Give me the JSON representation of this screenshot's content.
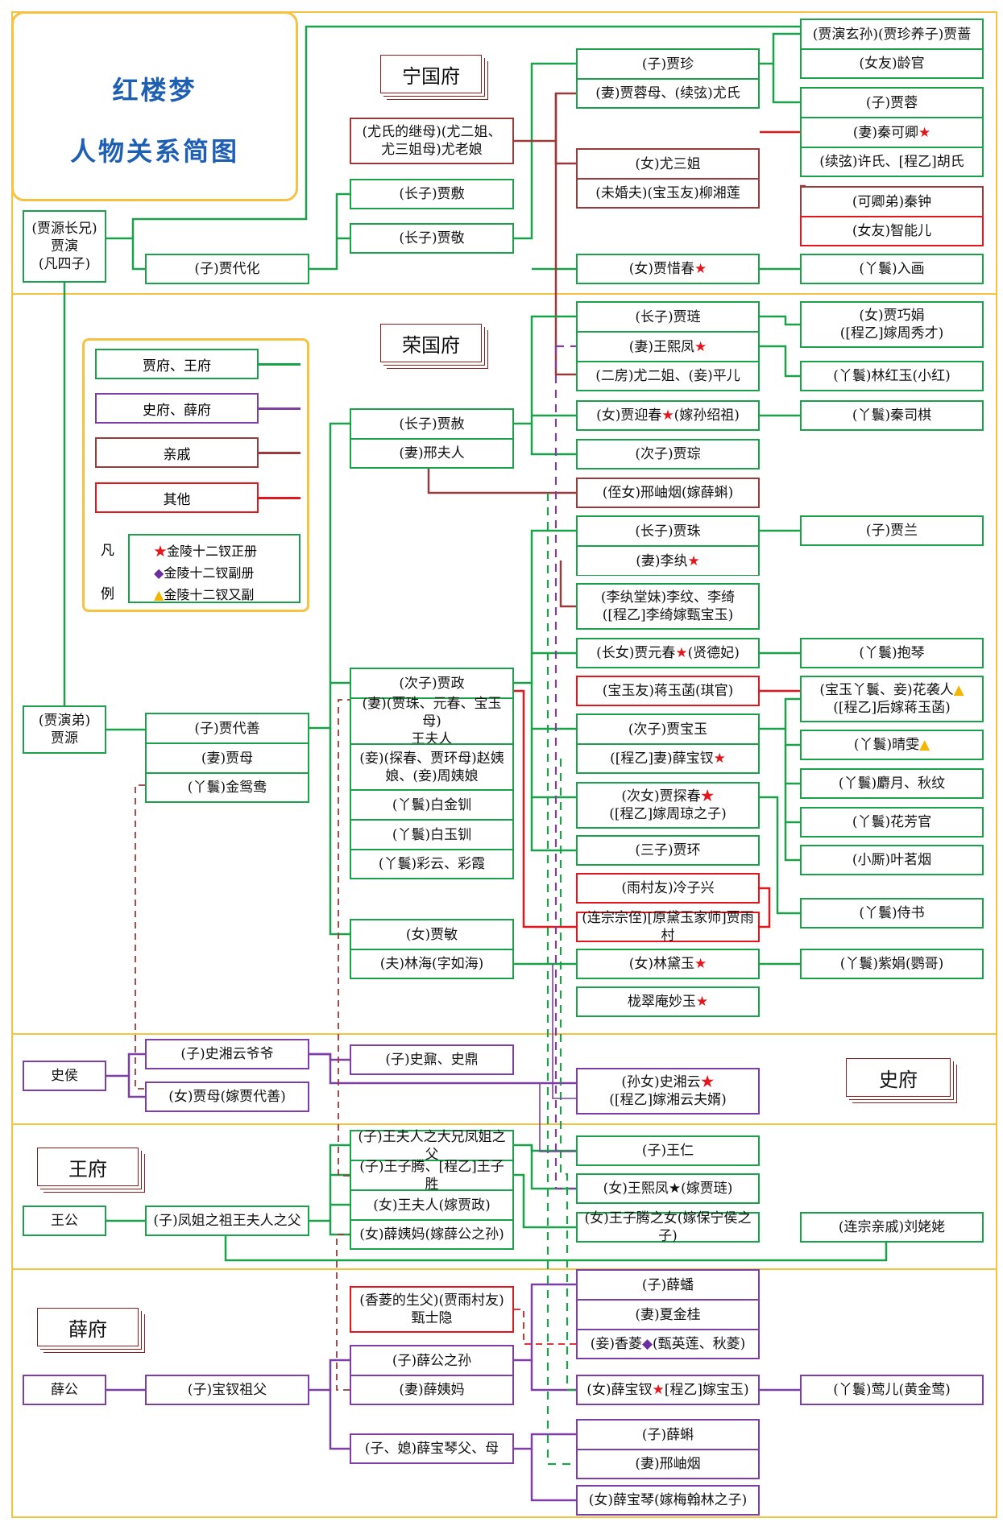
{
  "title": {
    "line1": "红楼梦",
    "line2": "人物关系简图"
  },
  "sections": {
    "ningguo": "宁国府",
    "rongguo": "荣国府",
    "shi": "史府",
    "wang": "王府",
    "xue": "薛府"
  },
  "legend": {
    "items": [
      {
        "label": "贾府、王府",
        "color": "#1aa24b"
      },
      {
        "label": "史府、薛府",
        "color": "#7d3fa3"
      },
      {
        "label": "亲戚",
        "color": "#9b3a3a"
      },
      {
        "label": "其他",
        "color": "#e3161b"
      }
    ],
    "fan": "凡",
    "li": "例",
    "marks": [
      {
        "symbol": "★",
        "label": "金陵十二钗正册",
        "kind": "star"
      },
      {
        "symbol": "◆",
        "label": "金陵十二钗副册",
        "kind": "dia"
      },
      {
        "symbol": "▲",
        "label": "金陵十二钗又副",
        "kind": "tri"
      }
    ]
  },
  "nodes": {
    "jia_yan": "(贾源长兄)\n贾演\n(凡四子)",
    "jia_daihua": "(子)贾代化",
    "jia_fu": "(长子)贾敷",
    "jia_jing": "(长子)贾敬",
    "you_laoniang": "(尤氏的继母)(尤二姐、\n尤三姐母)尤老娘",
    "jia_zhen": "(子)贾珍",
    "you_shi": "(妻)贾蓉母、(续弦)尤氏",
    "you_sanjie": "(女)尤三姐",
    "liu_xianglian": "(未婚夫)(宝玉友)柳湘莲",
    "jia_xichun": "(女)贾惜春",
    "jia_qiang": "(贾演玄孙)(贾珍养子)贾蔷",
    "ling_guan": "(女友)龄官",
    "jia_rong": "(子)贾蓉",
    "qin_keqing": "(妻)秦可卿",
    "xu_shi": "(续弦)许氏、[程乙]胡氏",
    "qin_zhong": "(可卿弟)秦钟",
    "zhineng_er": "(女友)智能儿",
    "ru_hua": "(丫鬟)入画",
    "jia_lian": "(长子)贾琏",
    "wang_xifeng_r": "(妻)王熙凤",
    "you_erjie": "(二房)尤二姐、(妾)平儿",
    "jia_qiaojie": "(女)贾巧娟\n([程乙]嫁周秀才)",
    "lin_hongyu": "(丫鬟)林红玉(小红)",
    "jia_yingchun": "(女)贾迎春",
    "yingchun_note": "(嫁孙绍祖)",
    "siqi": "(丫鬟)秦司棋",
    "jia_zong": "(次子)贾琮",
    "xing_xiuyan_r": "(侄女)邢岫烟(嫁薛蝌)",
    "jia_she": "(长子)贾赦",
    "xing_furen": "(妻)邢夫人",
    "jia_zhu": "(长子)贾珠",
    "li_wan": "(妻)李纨",
    "li_wen": "(李纨堂妹)李纹、李绮\n([程乙]李绮嫁甄宝玉)",
    "jia_lan": "(子)贾兰",
    "jia_yuanchun": "(长女)贾元春",
    "yuanchun_note": "(贤德妃)",
    "bao_qin_maid": "(丫鬟)抱琴",
    "jiang_yuhan": "(宝玉友)蒋玉菡(琪官)",
    "hua_xiren": "(宝玉丫鬟、妾)花袭人",
    "xiren_note": "([程乙]后嫁蒋玉菡)",
    "jia_baoyu": "(次子)贾宝玉",
    "baochai_wife": "([程乙]妻)薛宝钗",
    "qingwen": "(丫鬟)晴雯",
    "sheyue": "(丫鬟)麝月、秋纹",
    "jia_tanchun": "(次女)贾探春",
    "tanchun_note": "([程乙]嫁周琼之子)",
    "fang_guan": "(丫鬟)花芳官",
    "jia_huan": "(三子)贾环",
    "ye_mingyan": "(小厮)叶茗烟",
    "leng_zixing": "(雨村友)冷子兴",
    "jia_yucun": "(连宗宗侄)[原黛玉家师]贾雨村",
    "shi_shu": "(丫鬟)侍书",
    "jia_zheng": "(次子)贾政",
    "wang_furen": "(妻)(贾珠、元春、宝玉母)\n王夫人",
    "zhao_yiniang": "(妾)(探春、贾环母)赵姨\n娘、(妾)周姨娘",
    "bai_jinchuan": "(丫鬟)白金钏",
    "bai_yuchuan": "(丫鬟)白玉钏",
    "cai_yun": "(丫鬟)彩云、彩霞",
    "jia_min": "(女)贾敏",
    "lin_ruhai": "(夫)林海(字如海)",
    "lin_daiyu": "(女)林黛玉",
    "zi_juan": "(丫鬟)紫娟(鹦哥)",
    "miao_yu": "栊翠庵妙玉",
    "jia_yuan": "(贾演弟)\n贾源",
    "jia_daishan": "(子)贾代善",
    "jia_mu": "(妻)贾母",
    "yuan_yang": "(丫鬟)金鸳鸯",
    "shi_hou": "史侯",
    "shi_grandpa": "(子)史湘云爷爷",
    "jia_mu_shi": "(女)贾母(嫁贾代善)",
    "shi_nai": "(子)史鼐、史鼎",
    "shi_xiangyun": "(孙女)史湘云",
    "xiangyun_note": "([程乙]嫁湘云夫婿)",
    "wang_gong": "王公",
    "wang_grandpa": "(子)凤姐之祖王夫人之父",
    "wang_brother": "(子)王夫人之大兄凤姐之父",
    "wang_ziteng": "(子)王子腾、[程乙]王子胜",
    "wang_furen_w": "(女)王夫人(嫁贾政)",
    "xue_yima_w": "(女)薛姨妈(嫁薛公之孙)",
    "wang_ren": "(子)王仁",
    "wang_xifeng_w": "(女)王熙凤",
    "xifeng_note": "(嫁贾琏)",
    "wang_ziteng_dau": "(女)王子腾之女(嫁保宁侯之子)",
    "liu_laolao": "(连宗亲戚)刘姥姥",
    "xue_gong": "薛公",
    "xue_grandpa": "(子)宝钗祖父",
    "zhen_shiyin": "(香菱的生父)(贾雨村友)\n甄士隐",
    "xue_sun": "(子)薛公之孙",
    "xue_yima": "(妻)薛姨妈",
    "xue_qin_parents": "(子、媳)薛宝琴父、母",
    "xue_pan": "(子)薛蟠",
    "xia_jingui": "(妻)夏金桂",
    "xiang_ling": "(妾)香菱",
    "xiangling_note": "(甄英莲、秋菱)",
    "xue_baochai": "(女)薛宝钗",
    "baochai_note": "[程乙]嫁宝玉)",
    "ying_er": "(丫鬟)莺儿(黄金莺)",
    "xue_ke": "(子)薛蝌",
    "xing_xiuyan_x": "(妻)邢岫烟",
    "xue_baoqin": "(女)薛宝琴(嫁梅翰林之子)"
  },
  "colors": {
    "green": "#1aa24b",
    "purple": "#7d3fa3",
    "brown": "#9b3a3a",
    "red": "#e3161b",
    "gold": "#f5c242",
    "title_blue": "#1e5fb3"
  }
}
